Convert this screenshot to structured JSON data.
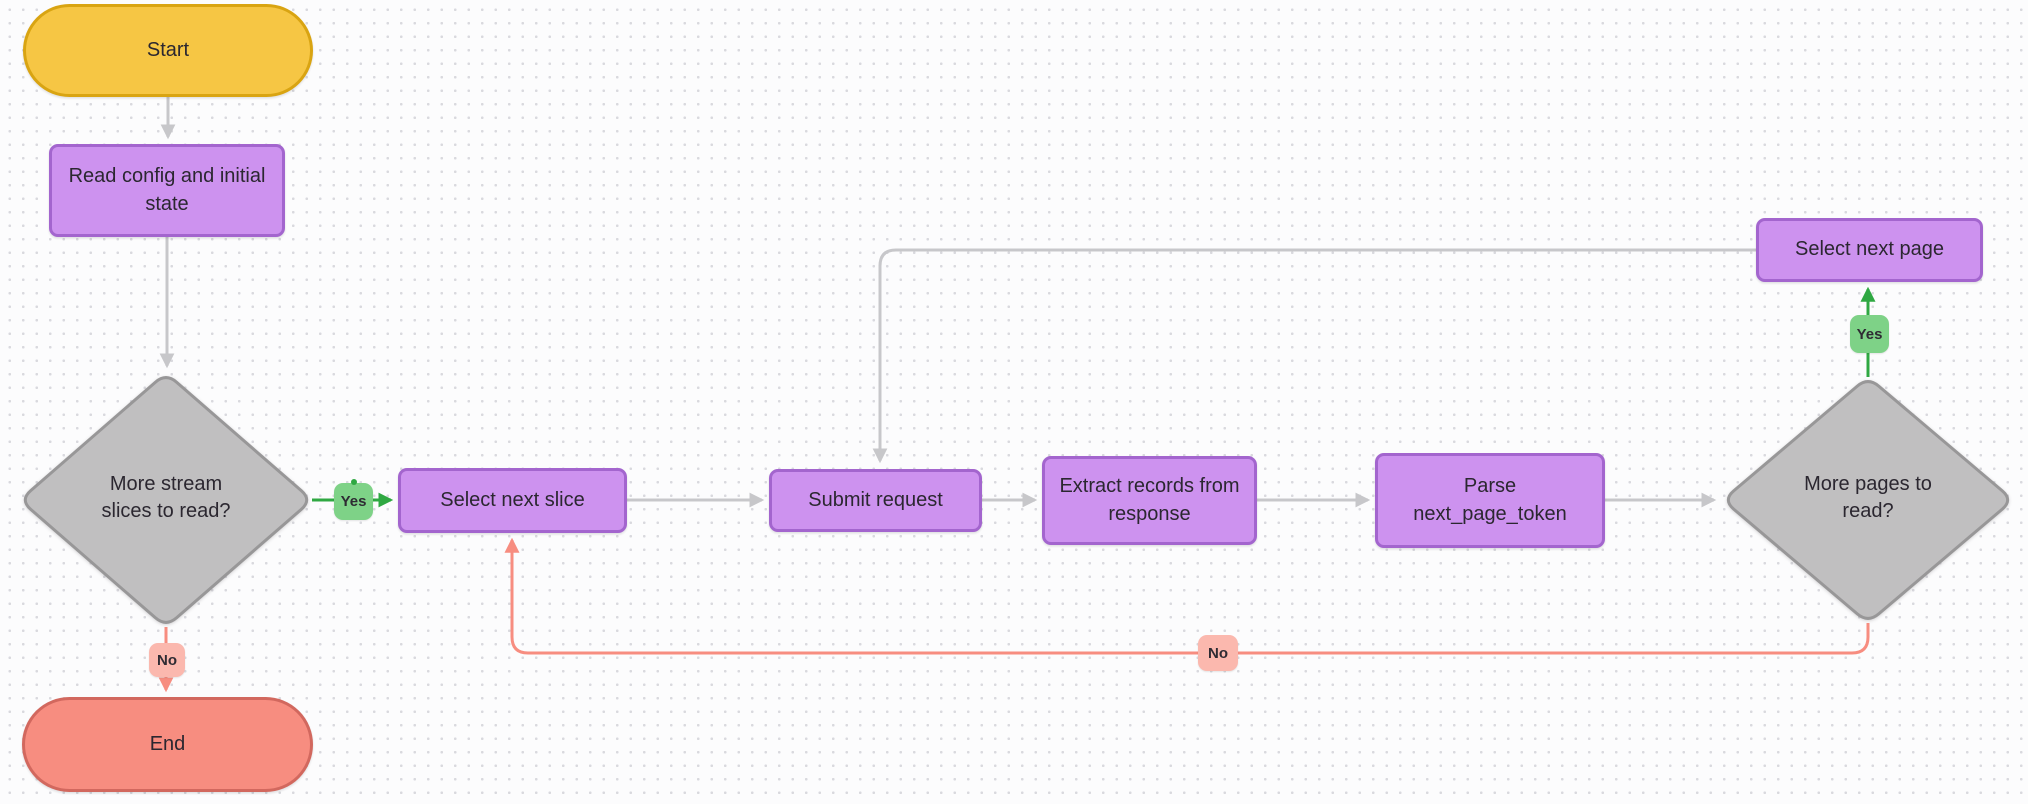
{
  "diagram": {
    "nodes": {
      "start": {
        "label": "Start",
        "type": "terminator"
      },
      "read_config": {
        "label": "Read config and initial\nstate",
        "type": "process"
      },
      "more_slices": {
        "label": "More stream\nslices to read?",
        "type": "decision"
      },
      "select_next_slice": {
        "label": "Select next slice",
        "type": "process"
      },
      "submit_request": {
        "label": "Submit request",
        "type": "process"
      },
      "extract_records": {
        "label": "Extract records from\nresponse",
        "type": "process"
      },
      "parse_token": {
        "label": "Parse\nnext_page_token",
        "type": "process"
      },
      "more_pages": {
        "label": "More pages to\nread?",
        "type": "decision"
      },
      "select_next_page": {
        "label": "Select next page",
        "type": "process"
      },
      "end": {
        "label": "End",
        "type": "terminator"
      }
    },
    "edge_labels": {
      "yes_slices": "Yes",
      "no_slices": "No",
      "yes_pages": "Yes",
      "no_pages": "No"
    },
    "edges": [
      {
        "from": "start",
        "to": "read_config",
        "label": ""
      },
      {
        "from": "read_config",
        "to": "more_slices",
        "label": ""
      },
      {
        "from": "more_slices",
        "to": "select_next_slice",
        "label": "Yes"
      },
      {
        "from": "more_slices",
        "to": "end",
        "label": "No"
      },
      {
        "from": "select_next_slice",
        "to": "submit_request",
        "label": ""
      },
      {
        "from": "submit_request",
        "to": "extract_records",
        "label": ""
      },
      {
        "from": "extract_records",
        "to": "parse_token",
        "label": ""
      },
      {
        "from": "parse_token",
        "to": "more_pages",
        "label": ""
      },
      {
        "from": "more_pages",
        "to": "select_next_page",
        "label": "Yes"
      },
      {
        "from": "select_next_page",
        "to": "submit_request",
        "label": ""
      },
      {
        "from": "more_pages",
        "to": "select_next_slice",
        "label": "No"
      }
    ],
    "colors": {
      "start_fill": "#F6C644",
      "start_border": "#D9A412",
      "process_fill": "#CD92EF",
      "process_border": "#A365CE",
      "decision_fill": "#C0BFC0",
      "decision_border": "#989798",
      "end_fill": "#F78D80",
      "end_border": "#D2685E",
      "yes_badge_fill": "#7ED287",
      "no_badge_fill": "#FBB8AE",
      "yes_edge": "#2FA842",
      "no_edge": "#F78D80",
      "neutral_edge": "#C7C7CA",
      "canvas_bg": "#FCFCFD",
      "grid_dot": "#D9D9DE",
      "text": "#2B2730"
    }
  }
}
